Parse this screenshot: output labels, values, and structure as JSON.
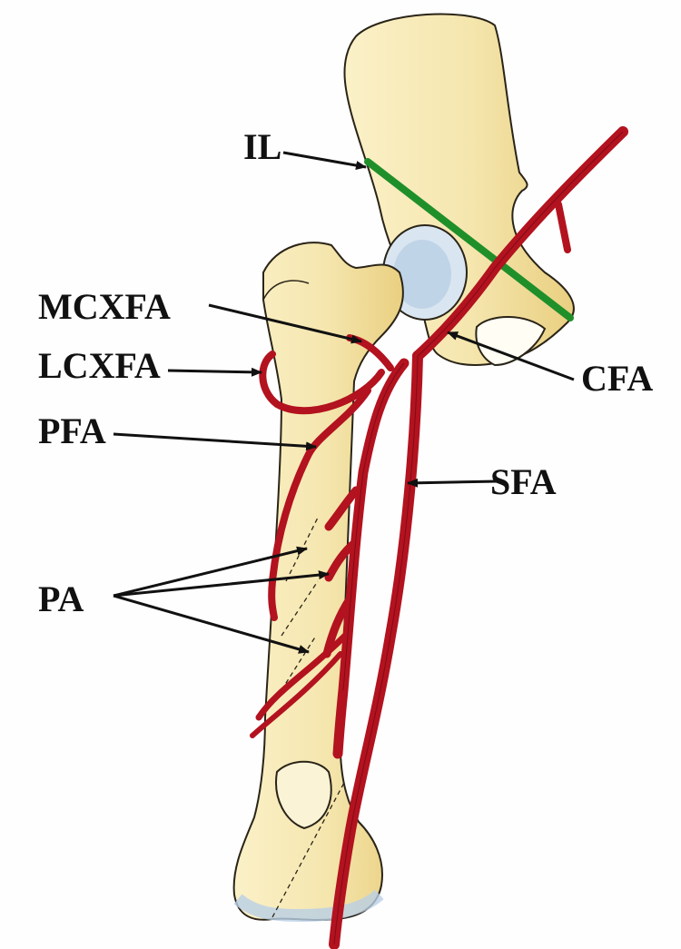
{
  "labels": {
    "il": "IL",
    "mcxfa": "MCXFA",
    "lcxfa": "LCXFA",
    "pfa": "PFA",
    "cfa": "CFA",
    "sfa": "SFA",
    "pa": "PA"
  },
  "colors": {
    "bone_fill": "#f4e6b2",
    "bone_outline": "#2a2418",
    "cartilage": "#b9d0e6",
    "artery": "#b3121f",
    "artery_outline": "#5e0810",
    "inguinal_ligament": "#1f8f2a",
    "label_text": "#111111",
    "leader_line": "#111111"
  },
  "icons": {
    "arrowhead": "arrowhead-marker"
  }
}
